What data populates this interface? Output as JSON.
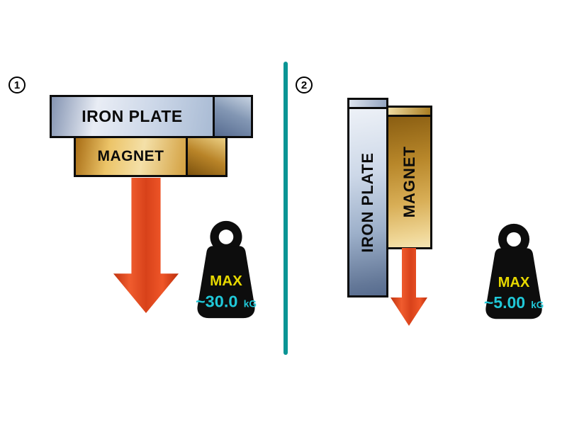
{
  "panels": {
    "left": {
      "index": "1",
      "plate_label": "IRON PLATE",
      "magnet_label": "MAGNET",
      "weight": {
        "max": "MAX",
        "value": "~30.0",
        "unit": "kG"
      }
    },
    "right": {
      "index": "2",
      "plate_label": "IRON PLATE",
      "magnet_label": "MAGNET",
      "weight": {
        "max": "MAX",
        "value": "~5.00",
        "unit": "kG"
      }
    }
  },
  "colors": {
    "divider": "#0a9595",
    "arrow": "#d8421a",
    "weight_body": "#0d0d0d",
    "max_text": "#e8d900",
    "value_text": "#20c8d8"
  }
}
